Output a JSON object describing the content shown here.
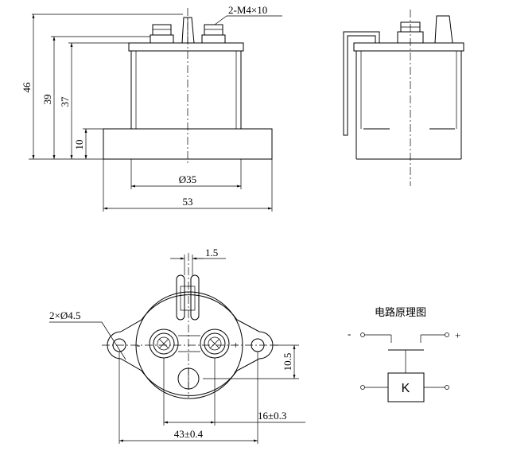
{
  "front_view": {
    "thread_label": "2-M4×10",
    "dim_total_height": "46",
    "dim_body_height": "39",
    "dim_can_height": "37",
    "dim_flange_height": "10",
    "dim_diameter": "Ø35",
    "dim_width": "53"
  },
  "bottom_view": {
    "dim_gap": "1.5",
    "dim_holes": "2×Ø4.5",
    "dim_offset": "10.5",
    "dim_terminal_spacing": "16±0.3",
    "dim_mount_spacing": "43±0.4",
    "minus_mark": "-",
    "plus_mark": "+"
  },
  "circuit": {
    "title": "电路原理图",
    "minus_label": "-",
    "plus_label": "+",
    "coil_label": "K"
  }
}
